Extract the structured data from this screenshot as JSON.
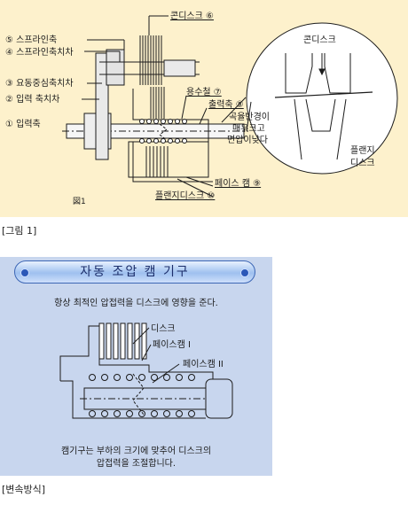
{
  "figure1": {
    "labels": {
      "cone_disc_top": "콘디스크 ⑥",
      "spline_shaft": "⑤ 스프라인축",
      "spline_shaft_gear": "④ 스프라인축치차",
      "swing_center_gear": "③ 요동중심축치차",
      "input_shaft_gear": "② 입력 축치차",
      "input_shaft": "① 입력축",
      "oil_seal": "용수철 ⑦",
      "output_shaft": "출력축 ⑧",
      "curve_line1": "곡율반경이",
      "curve_line2": "매우크고",
      "curve_line3": "면압이낮다",
      "face_cam": "페이스 캠 ⑨",
      "flange_disc_bottom": "플랜지디스크 ⑩",
      "zoom_cone": "콘디스크",
      "zoom_flange1": "플랜지",
      "zoom_flange2": "디스크",
      "fig_id": "図1"
    },
    "caption": "[그림 1]"
  },
  "figure2": {
    "title": "자동 조압 캠 기구",
    "subtitle": "항상 최적인 압접력을 디스크에 영향을 준다.",
    "labels": {
      "disc": "디스크",
      "face_cam1": "페이스캠 I",
      "face_cam2": "페이스캠 II"
    },
    "footer_line1": "캠기구는 부하의 크기에 맞추어 디스크의",
    "footer_line2": "압접력을 조절합니다.",
    "caption": "[변속방식]"
  }
}
